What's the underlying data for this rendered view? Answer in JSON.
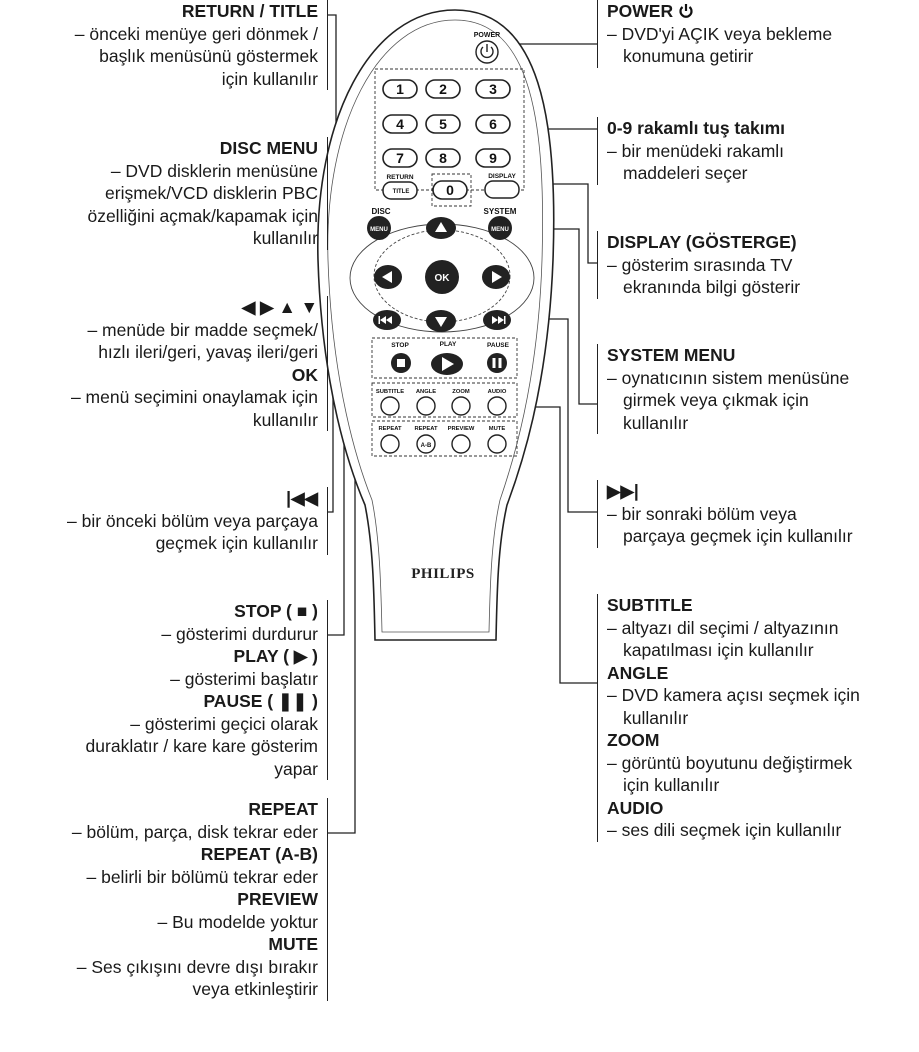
{
  "remote": {
    "brand": "PHILIPS",
    "button_labels": {
      "power": "POWER",
      "return": "RETURN",
      "title": "TITLE",
      "display": "DISPLAY",
      "disc": "DISC",
      "menu": "MENU",
      "system": "SYSTEM",
      "ok": "OK",
      "stop": "STOP",
      "play": "PLAY",
      "pause": "PAUSE",
      "subtitle": "SUBTITLE",
      "angle": "ANGLE",
      "zoom": "ZOOM",
      "audio": "AUDIO",
      "repeat": "REPEAT",
      "repeat_ab": "REPEAT",
      "ab": "A-B",
      "preview": "PREVIEW",
      "mute": "MUTE",
      "digits": [
        "1",
        "2",
        "3",
        "4",
        "5",
        "6",
        "7",
        "8",
        "9",
        "0"
      ]
    }
  },
  "left": {
    "return_title": {
      "heading": "RETURN / TITLE",
      "lines": [
        "– önceki menüye geri dönmek /",
        "başlık menüsünü göstermek",
        "için kullanılır"
      ]
    },
    "disc_menu": {
      "heading": "DISC MENU",
      "lines": [
        "– DVD disklerin menüsüne",
        "erişmek/VCD disklerin PBC",
        "özelliğini açmak/kapamak için",
        "kullanılır"
      ]
    },
    "nav": {
      "heading": "◀ ▶ ▲ ▼",
      "lines": [
        "– menüde bir madde seçmek/",
        "hızlı ileri/geri, yavaş ileri/geri"
      ],
      "ok_heading": "OK",
      "ok_lines": [
        "– menü seçimini onaylamak için",
        "kullanılır"
      ]
    },
    "prev": {
      "heading": "|◀◀",
      "lines": [
        "– bir önceki bölüm veya parçaya",
        "geçmek için kullanılır"
      ]
    },
    "transport": {
      "stop_heading": "STOP ( ■ )",
      "stop_lines": [
        "– gösterimi durdurur"
      ],
      "play_heading": "PLAY ( ▶ )",
      "play_lines": [
        "– gösterimi başlatır"
      ],
      "pause_heading": "PAUSE ( ❚❚ )",
      "pause_lines": [
        "– gösterimi geçici olarak",
        "duraklatır / kare kare gösterim",
        "yapar"
      ]
    },
    "repeat": {
      "repeat_heading": "REPEAT",
      "repeat_lines": [
        "– bölüm, parça, disk tekrar eder"
      ],
      "ab_heading": "REPEAT (A-B)",
      "ab_lines": [
        "– belirli bir bölümü tekrar eder"
      ],
      "preview_heading": "PREVIEW",
      "preview_lines": [
        "– Bu modelde yoktur"
      ],
      "mute_heading": "MUTE",
      "mute_lines": [
        "– Ses çıkışını devre dışı bırakır",
        "veya etkinleştirir"
      ]
    }
  },
  "right": {
    "power": {
      "heading": "POWER",
      "lines": [
        "– DVD'yi AÇIK veya bekleme",
        "konumuna getirir"
      ]
    },
    "digits": {
      "heading": "0-9 rakamlı tuş takımı",
      "lines": [
        "– bir menüdeki rakamlı",
        "maddeleri seçer"
      ]
    },
    "display": {
      "heading": "DISPLAY (GÖSTERGE)",
      "lines": [
        "– gösterim sırasında TV",
        "ekranında bilgi gösterir"
      ]
    },
    "system": {
      "heading": "SYSTEM MENU",
      "lines": [
        "– oynatıcının sistem menüsüne",
        "girmek veya çıkmak için",
        "kullanılır"
      ]
    },
    "next": {
      "heading": "▶▶|",
      "lines": [
        "– bir sonraki bölüm veya",
        "parçaya geçmek için kullanılır"
      ]
    },
    "functions": {
      "subtitle_heading": "SUBTITLE",
      "subtitle_lines": [
        "– altyazı dil seçimi / altyazının",
        "kapatılması için kullanılır"
      ],
      "angle_heading": "ANGLE",
      "angle_lines": [
        "– DVD kamera açısı seçmek için",
        "kullanılır"
      ],
      "zoom_heading": "ZOOM",
      "zoom_lines": [
        "– görüntü boyutunu değiştirmek",
        "için kullanılır"
      ],
      "audio_heading": "AUDIO",
      "audio_lines": [
        "– ses dili seçmek için kullanılır"
      ]
    }
  }
}
